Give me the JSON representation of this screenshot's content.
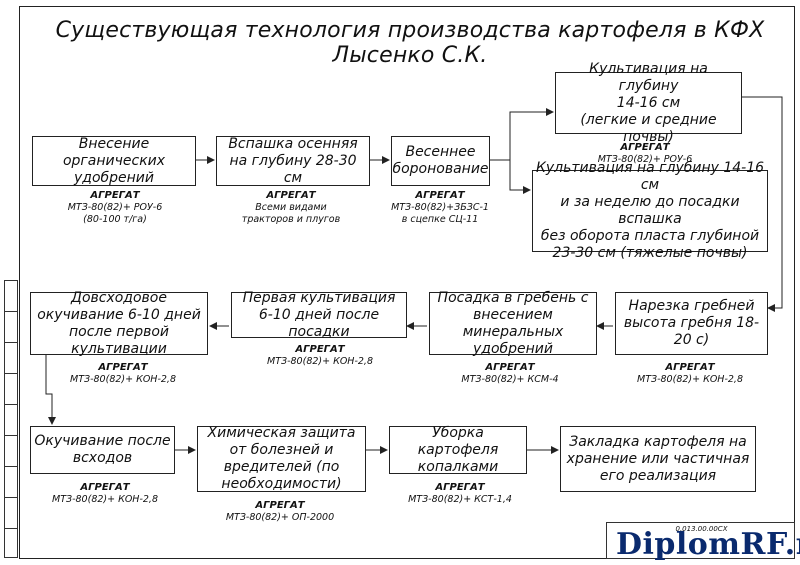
{
  "title": "Существующая технология производства картофеля в КФХ Лысенко С.К.",
  "row1": [
    {
      "label": "Внесение органических удобрений",
      "agg_head": "АГРЕГАТ",
      "agg": "МТЗ-80(82)+ РОУ-6",
      "agg2": "(80-100 т/га)"
    },
    {
      "label": "Вспашка осенняя на глубину 28-30 см",
      "agg_head": "АГРЕГАТ",
      "agg": "Всеми видами",
      "agg2": "тракторов и плугов"
    },
    {
      "label": "Весеннее боронование",
      "agg_head": "АГРЕГАТ",
      "agg": "МТЗ-80(82)+ЗБЗС-1",
      "agg2": "в сцепке СЦ-11"
    }
  ],
  "cult_light": {
    "line1": "Культивация на глубину",
    "line2": "14-16 см",
    "line3": "(легкие и средние почвы)",
    "agg_head": "АГРЕГАТ",
    "agg": "МТЗ-80(82)+ РОУ-6"
  },
  "cult_heavy": {
    "line1": "Культивация на глубину 14-16 см",
    "line2": "и за неделю до посадки вспашка",
    "line3": "без оборота пласта глубиной",
    "line4": "23-30 см (тяжелые почвы)"
  },
  "row2": [
    {
      "label": "Довсходовое окучивание 6-10 дней после первой культивации",
      "agg_head": "АГРЕГАТ",
      "agg": "МТЗ-80(82)+ КОН-2,8"
    },
    {
      "label": "Первая культивация 6-10 дней после посадки",
      "agg_head": "АГРЕГАТ",
      "agg": "МТЗ-80(82)+ КОН-2,8"
    },
    {
      "label": "Посадка в гребень с внесением минеральных удобрений",
      "agg_head": "АГРЕГАТ",
      "agg": "МТЗ-80(82)+ КСМ-4"
    },
    {
      "label": "Нарезка гребней высота гребня 18-20 с)",
      "agg_head": "АГРЕГАТ",
      "agg": "МТЗ-80(82)+ КОН-2,8"
    }
  ],
  "row3": [
    {
      "label": "Окучивание после всходов",
      "agg_head": "АГРЕГАТ",
      "agg": "МТЗ-80(82)+ КОН-2,8"
    },
    {
      "label": "Химическая защита от болезней и вредителей (по необходимости)",
      "agg_head": "АГРЕГАТ",
      "agg": "МТЗ-80(82)+ ОП-2000"
    },
    {
      "label": "Уборка картофеля копалками",
      "agg_head": "АГРЕГАТ",
      "agg": "МТЗ-80(82)+ КСТ-1,4"
    },
    {
      "label": "Закладка картофеля на хранение или частичная его реализация"
    }
  ],
  "stamp_code": "0.013.00.00СХ",
  "watermark": "DiplomRF.ru"
}
